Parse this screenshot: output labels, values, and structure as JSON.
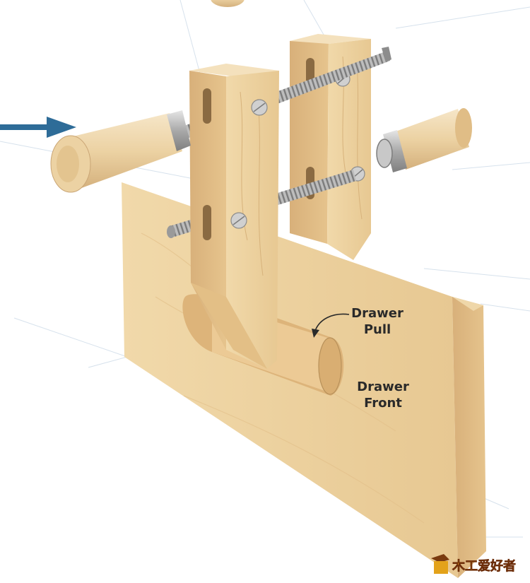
{
  "labels": {
    "drawer_pull": "Drawer\nPull",
    "drawer_front": "Drawer\nFront"
  },
  "watermark": {
    "text": "木工爱好者"
  },
  "colors": {
    "wood_light": "#f3dfb6",
    "wood_mid": "#e8c995",
    "wood_dark": "#d4ad72",
    "steel": "#b9b9b9",
    "arrow": "#2e6c98",
    "guide_lines": "#c8d7e6"
  },
  "icons": {
    "pointer": "arrow-right-icon"
  }
}
